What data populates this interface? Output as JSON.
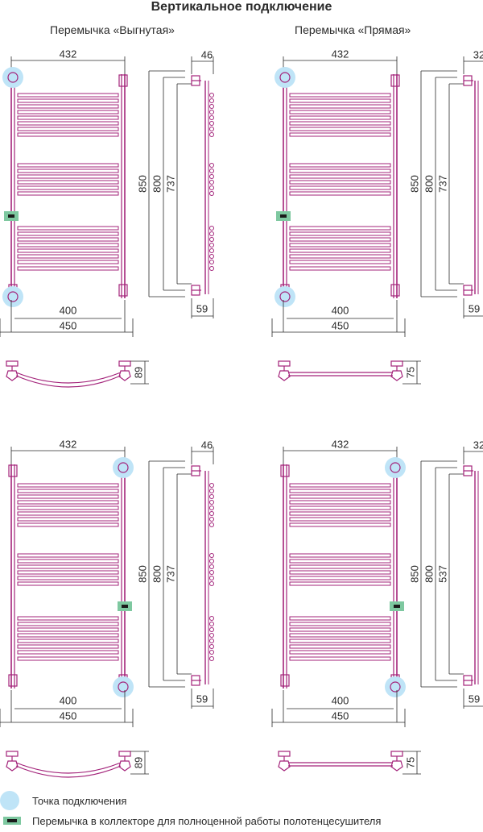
{
  "title": "Вертикальное подключение",
  "columns": [
    {
      "label": "Перемычка «Выгнутая»"
    },
    {
      "label": "Перемычка «Прямая»"
    }
  ],
  "diagrams": [
    {
      "id": "curved-top-left",
      "dims": {
        "top_width": "432",
        "depth": "46",
        "height_total": "850",
        "height_mid": "800",
        "height_inner": "737",
        "bottom_inner": "400",
        "bottom_outer": "450",
        "bottom_depth": "59",
        "plan_depth": "89"
      }
    },
    {
      "id": "straight-top-left",
      "dims": {
        "top_width": "432",
        "depth": "32",
        "height_total": "850",
        "height_mid": "800",
        "height_inner": "737",
        "bottom_inner": "400",
        "bottom_outer": "450",
        "bottom_depth": "59",
        "plan_depth": "75"
      }
    },
    {
      "id": "curved-top-right",
      "dims": {
        "top_width": "432",
        "depth": "46",
        "height_total": "850",
        "height_mid": "800",
        "height_inner": "737",
        "bottom_inner": "400",
        "bottom_outer": "450",
        "bottom_depth": "59",
        "plan_depth": "89"
      }
    },
    {
      "id": "straight-top-right",
      "dims": {
        "top_width": "432",
        "depth": "32",
        "height_total": "850",
        "height_mid": "800",
        "height_inner": "537",
        "bottom_inner": "400",
        "bottom_outer": "450",
        "bottom_depth": "59",
        "plan_depth": "75"
      }
    }
  ],
  "legend": {
    "connection_point": "Точка подключения",
    "jumper": "Перемычка в коллекторе для полноценной работы полотенцесушителя"
  },
  "colors": {
    "pipe": "#a3237a",
    "dim": "#2a2a2a",
    "connection": "#bfe4f7",
    "jumper": "#7ec8a0"
  }
}
